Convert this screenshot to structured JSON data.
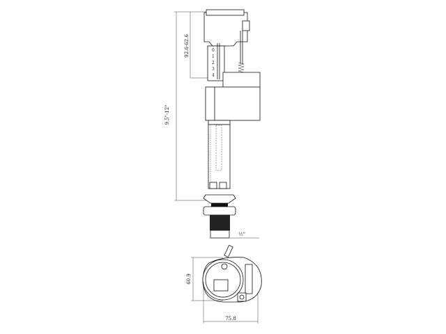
{
  "dimensions": {
    "overall_height": "9.5\"-12\"",
    "float_range": "92.6-62.6",
    "thread_size": "½\"",
    "base_depth": "60.9",
    "base_width": "75.8"
  },
  "scale_marks": [
    "0",
    "1",
    "2",
    "3",
    "4"
  ]
}
